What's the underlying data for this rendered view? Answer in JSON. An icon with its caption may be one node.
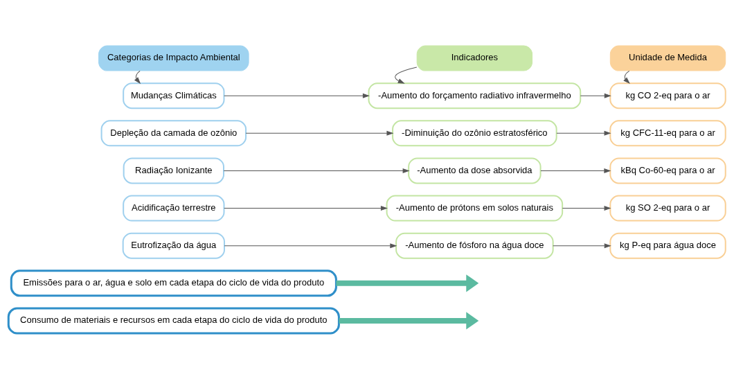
{
  "diagram": {
    "nodes": [
      {
        "text": [
          "Emissões para o ar, água e solo em cada etapa do ciclo de vida do produto"
        ]
      },
      {
        "text": [
          "Consumo de materiais e recursos em cada etapa do ciclo de vida do produto"
        ]
      },
      {
        "text": [
          "Categorias de Impacto Ambiental"
        ]
      },
      {
        "text": [
          "Indicadores"
        ]
      },
      {
        "text": [
          "Unidade de Medida"
        ]
      },
      {
        "text": [
          "Mudanças Climáticas"
        ]
      },
      {
        "text": [
          "Depleção da camada de ozônio"
        ]
      },
      {
        "text": [
          "Radiação Ionizante"
        ]
      },
      {
        "text": [
          "Acidificação terrestre"
        ]
      },
      {
        "text": [
          "Eutrofização da água"
        ]
      },
      {
        "text": [
          "-Aumento do forçamento radiativo infravermelho"
        ]
      },
      {
        "text": [
          "-Diminuição do ozônio estratosférico"
        ]
      },
      {
        "text": [
          "-Aumento da dose absorvida"
        ]
      },
      {
        "text": [
          "-Aumento de prótons em solos naturais"
        ]
      },
      {
        "text": [
          "-Aumento de fósforo na água doce"
        ]
      },
      {
        "text": [
          "kg CO 2-eq para o ar"
        ]
      },
      {
        "text": [
          "kg CFC-11-eq para o ar"
        ]
      },
      {
        "text": [
          "kBq Co-60-eq para o ar"
        ]
      },
      {
        "text": [
          "kg SO 2-eq para o ar"
        ]
      },
      {
        "text": [
          "kg P-eq para água doce"
        ]
      }
    ],
    "edges": [
      {
        "from": 0,
        "to": null,
        "arrow": "to",
        "style": "thick",
        "color": "#5bbaa0"
      },
      {
        "from": 1,
        "to": null,
        "arrow": "to",
        "style": "thick",
        "color": "#5bbaa0"
      },
      {
        "from": 2,
        "to": 5,
        "arrow": "to"
      },
      {
        "from": 3,
        "to": 10,
        "arrow": "to"
      },
      {
        "from": 4,
        "to": 15,
        "arrow": "to"
      },
      {
        "from": 5,
        "to": 10,
        "arrow": "to"
      },
      {
        "from": 10,
        "to": 15,
        "arrow": "to"
      },
      {
        "from": 6,
        "to": 11,
        "arrow": "to"
      },
      {
        "from": 11,
        "to": 16,
        "arrow": "to"
      },
      {
        "from": 7,
        "to": 12,
        "arrow": "to"
      },
      {
        "from": 12,
        "to": 17,
        "arrow": "to"
      },
      {
        "from": 8,
        "to": 13,
        "arrow": "to"
      },
      {
        "from": 13,
        "to": 18,
        "arrow": "to"
      },
      {
        "from": 9,
        "to": 14,
        "arrow": "to"
      },
      {
        "from": 14,
        "to": 19,
        "arrow": "to"
      }
    ]
  }
}
